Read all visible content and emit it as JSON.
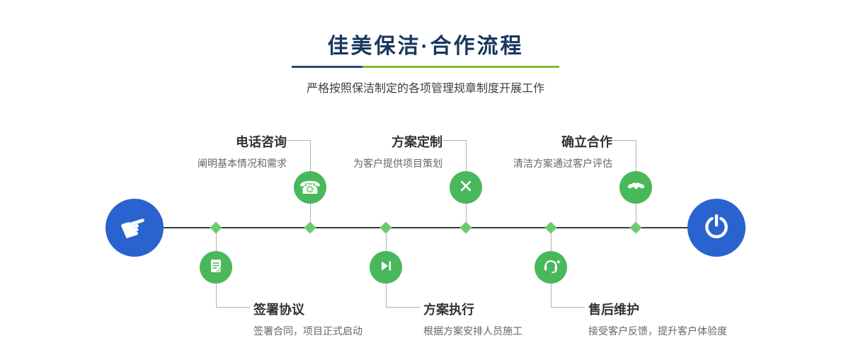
{
  "header": {
    "title": "佳美保洁·合作流程",
    "subtitle": "严格按照保洁制定的各项管理规章制度开展工作"
  },
  "colors": {
    "title_navy": "#17375e",
    "endpoint_blue": "#2a62d0",
    "node_green": "#49b85a",
    "diamond_green": "#6bcc6f",
    "divider_blue": "#27496e",
    "divider_green": "#82ba2c"
  },
  "icons": {
    "start_glyph": "☛",
    "phone_glyph": "☎",
    "start": "pointing-hand-icon",
    "end": "power-icon"
  },
  "steps_top": [
    {
      "label": "电话咨询",
      "desc": "阐明基本情况和需求",
      "icon": "phone-icon"
    },
    {
      "label": "方案定制",
      "desc": "为客户提供项目策划",
      "icon": "design-tools-icon"
    },
    {
      "label": "确立合作",
      "desc": "清洁方案通过客户评估",
      "icon": "handshake-icon"
    }
  ],
  "steps_bottom": [
    {
      "label": "签署协议",
      "desc": "签署合同，项目正式启动",
      "icon": "contract-icon"
    },
    {
      "label": "方案执行",
      "desc": "根据方案安排人员施工",
      "icon": "play-forward-icon"
    },
    {
      "label": "售后维护",
      "desc": "接受客户反馈，提升客户体验度",
      "icon": "headset-icon"
    }
  ]
}
